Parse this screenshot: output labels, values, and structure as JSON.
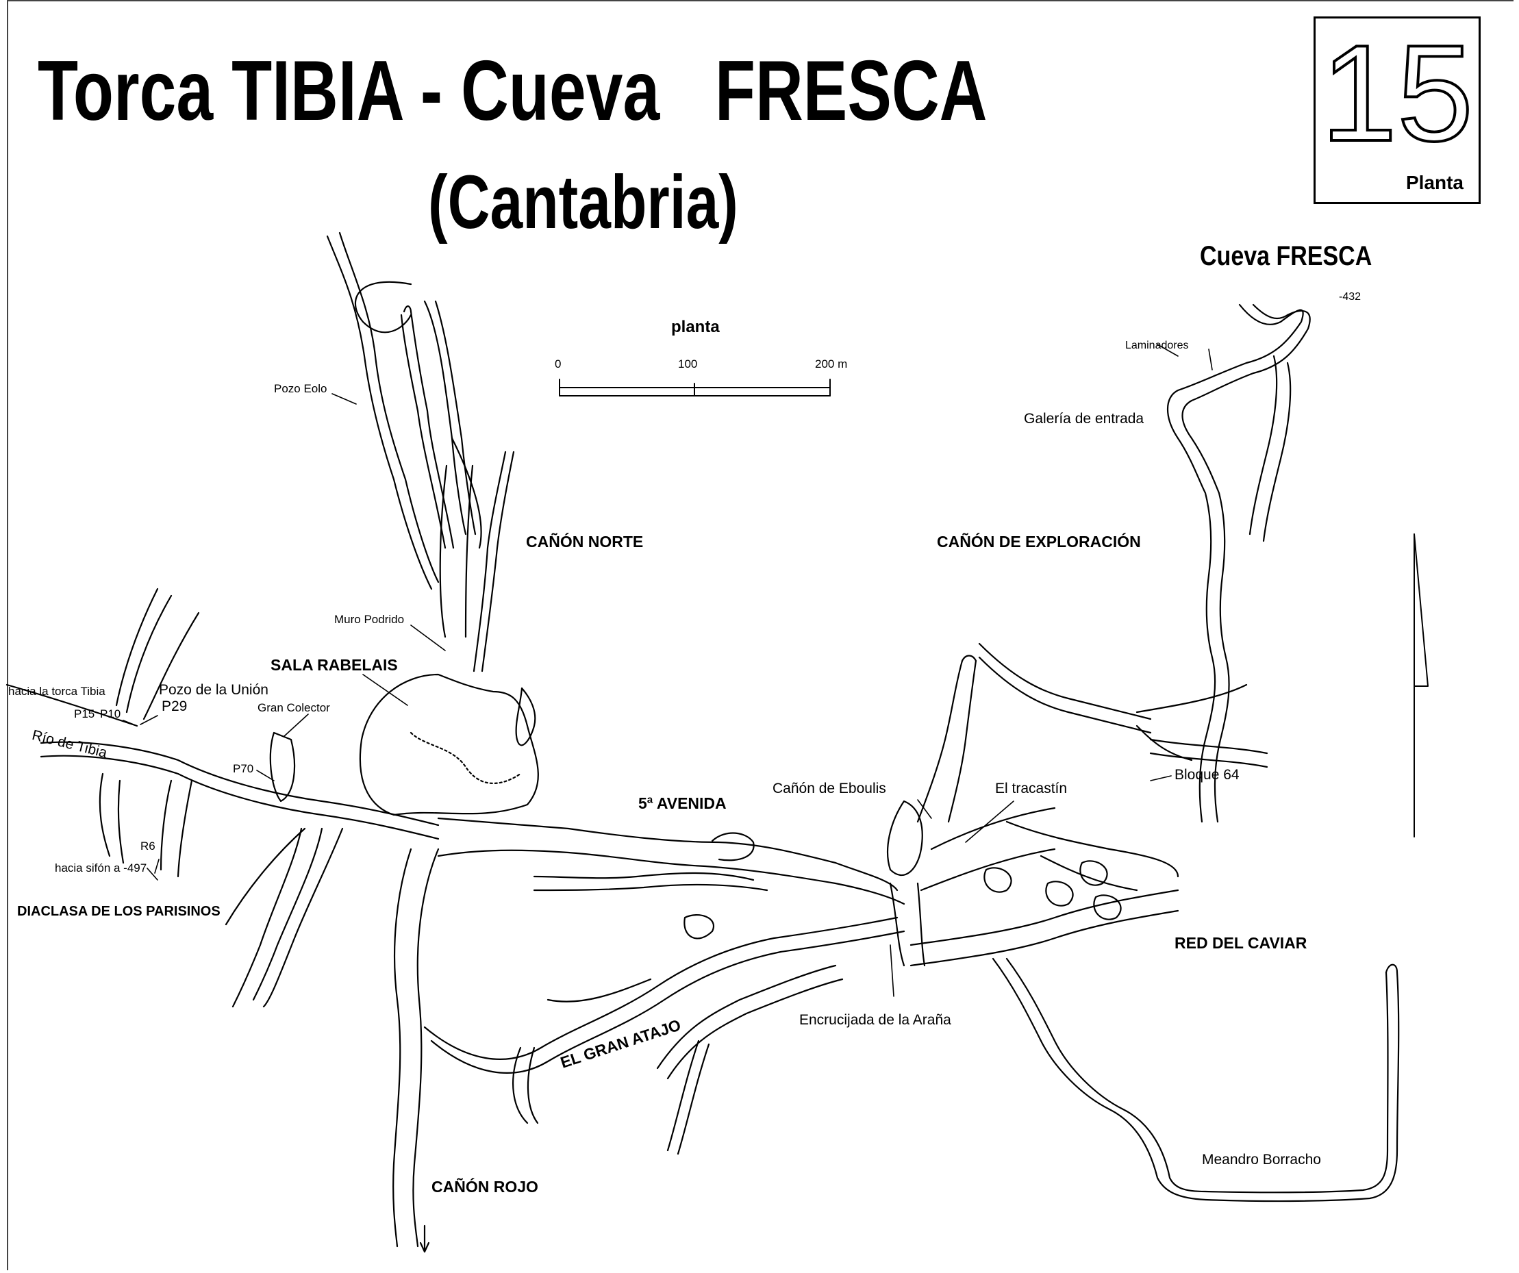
{
  "title": "Torca TIBIA - Cueva   FRESCA",
  "subtitle": "(Cantabria)",
  "sheet": {
    "number": "15",
    "label": "Planta"
  },
  "cueva_fresca": {
    "title": "Cueva FRESCA",
    "depth": "-432"
  },
  "scale": {
    "title": "planta",
    "ticks": [
      "0",
      "100",
      "200 m"
    ]
  },
  "labels": {
    "canon_norte": "CAÑÓN NORTE",
    "canon_exploracion": "CAÑÓN DE EXPLORACIÓN",
    "sala_rabelais": "SALA RABELAIS",
    "quinta_avenida": "5ª AVENIDA",
    "diaclasa": "DIACLASA DE LOS PARISINOS",
    "red_caviar": "RED DEL CAVIAR",
    "gran_atajo": "EL GRAN ATAJO",
    "canon_rojo": "CAÑÓN ROJO",
    "pozo_eolo": "Pozo Eolo",
    "muro_podrido": "Muro Podrido",
    "laminadores": "Laminadores",
    "galeria_entrada": "Galería de entrada",
    "hacia_torca": "hacia la torca Tibia",
    "pozo_union": "Pozo de la Unión",
    "p15": "P15",
    "p10": "P10",
    "p29": "P29",
    "gran_colector": "Gran Colector",
    "rio_tibia": "Río de Tibia",
    "p70": "P70",
    "r6": "R6",
    "hacia_sifon": "hacia sifón a -497",
    "canon_eboulis": "Cañón de Eboulis",
    "tracastin": "El tracastín",
    "bloque64": "Bloque 64",
    "encrucijada": "Encrucijada de la Araña",
    "meandro": "Meandro Borracho"
  }
}
